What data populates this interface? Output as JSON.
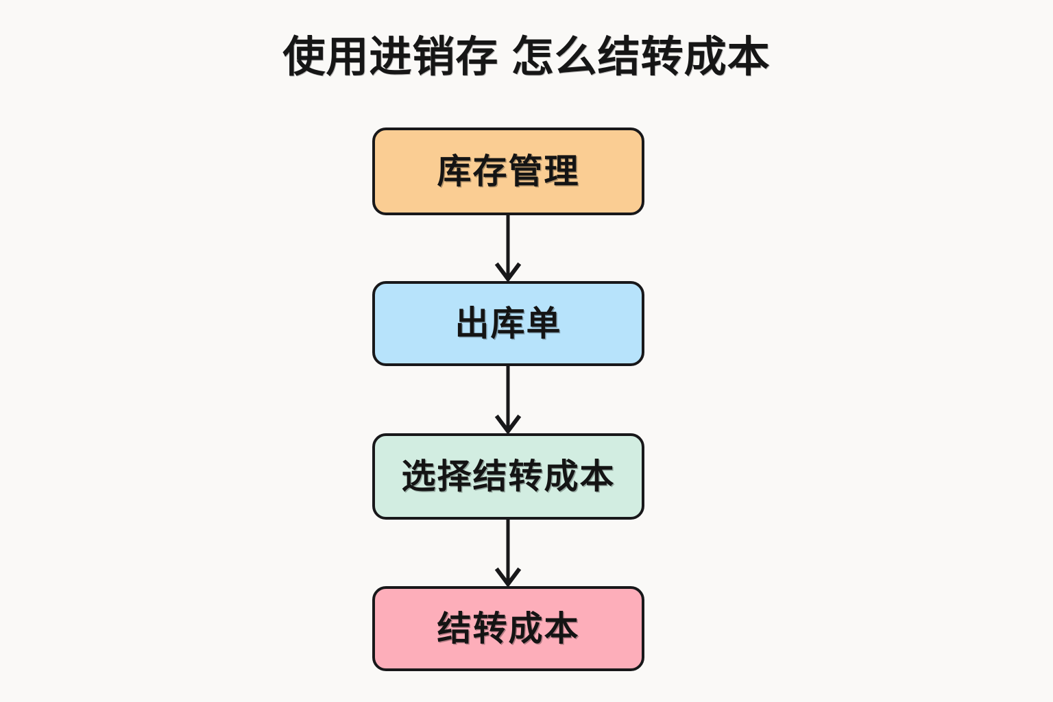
{
  "page": {
    "background_color": "#faf9f7",
    "title": "使用进销存 怎么结转成本"
  },
  "chart_data": {
    "type": "diagram",
    "diagram_kind": "flowchart",
    "orientation": "top-to-bottom",
    "title": "使用进销存 怎么结转成本",
    "nodes": [
      {
        "id": "node-0",
        "label": "库存管理",
        "fill": "#facd93",
        "border": "#18181a",
        "shape": "rounded-rectangle"
      },
      {
        "id": "node-1",
        "label": "出库单",
        "fill": "#b7e3fb",
        "border": "#18181a",
        "shape": "rounded-rectangle"
      },
      {
        "id": "node-2",
        "label": "选择结转成本",
        "fill": "#d2ede1",
        "border": "#18181a",
        "shape": "rounded-rectangle"
      },
      {
        "id": "node-3",
        "label": "结转成本",
        "fill": "#fdaeba",
        "border": "#18181a",
        "shape": "rounded-rectangle"
      }
    ],
    "edges": [
      {
        "id": "connector-0",
        "from": "node-0",
        "to": "node-1",
        "style": "solid-arrow",
        "color": "#18181a",
        "label": ""
      },
      {
        "id": "connector-1",
        "from": "node-1",
        "to": "node-2",
        "style": "solid-arrow",
        "color": "#18181a",
        "label": ""
      },
      {
        "id": "connector-2",
        "from": "node-2",
        "to": "node-3",
        "style": "solid-arrow",
        "color": "#18181a",
        "label": ""
      }
    ],
    "legend": [],
    "annotations": []
  }
}
